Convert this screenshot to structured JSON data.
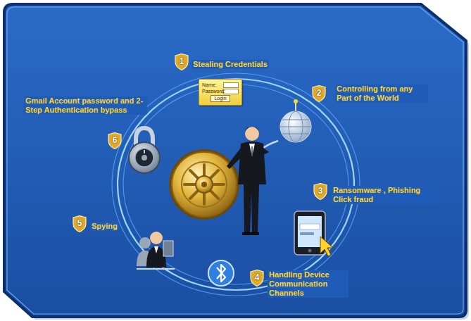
{
  "diagram": {
    "nodes": [
      {
        "text": [
          "1"
        ]
      },
      {
        "text": [
          "Name:",
          "Password:",
          "Login"
        ]
      },
      {
        "text": [
          "2"
        ]
      },
      {
        "text": [
          "3"
        ]
      },
      {
        "text": [
          "4"
        ]
      },
      {
        "text": [
          "5"
        ]
      },
      {
        "text": [
          "6"
        ]
      }
    ],
    "labels": [
      "Stealing Credentials",
      "Controlling from any Part of the World",
      "Ransomware , Phishing Click fraud",
      "Handling Device Communication Channels",
      "Spying",
      "Gmail Account password and 2-Step Authentication bypass"
    ]
  }
}
